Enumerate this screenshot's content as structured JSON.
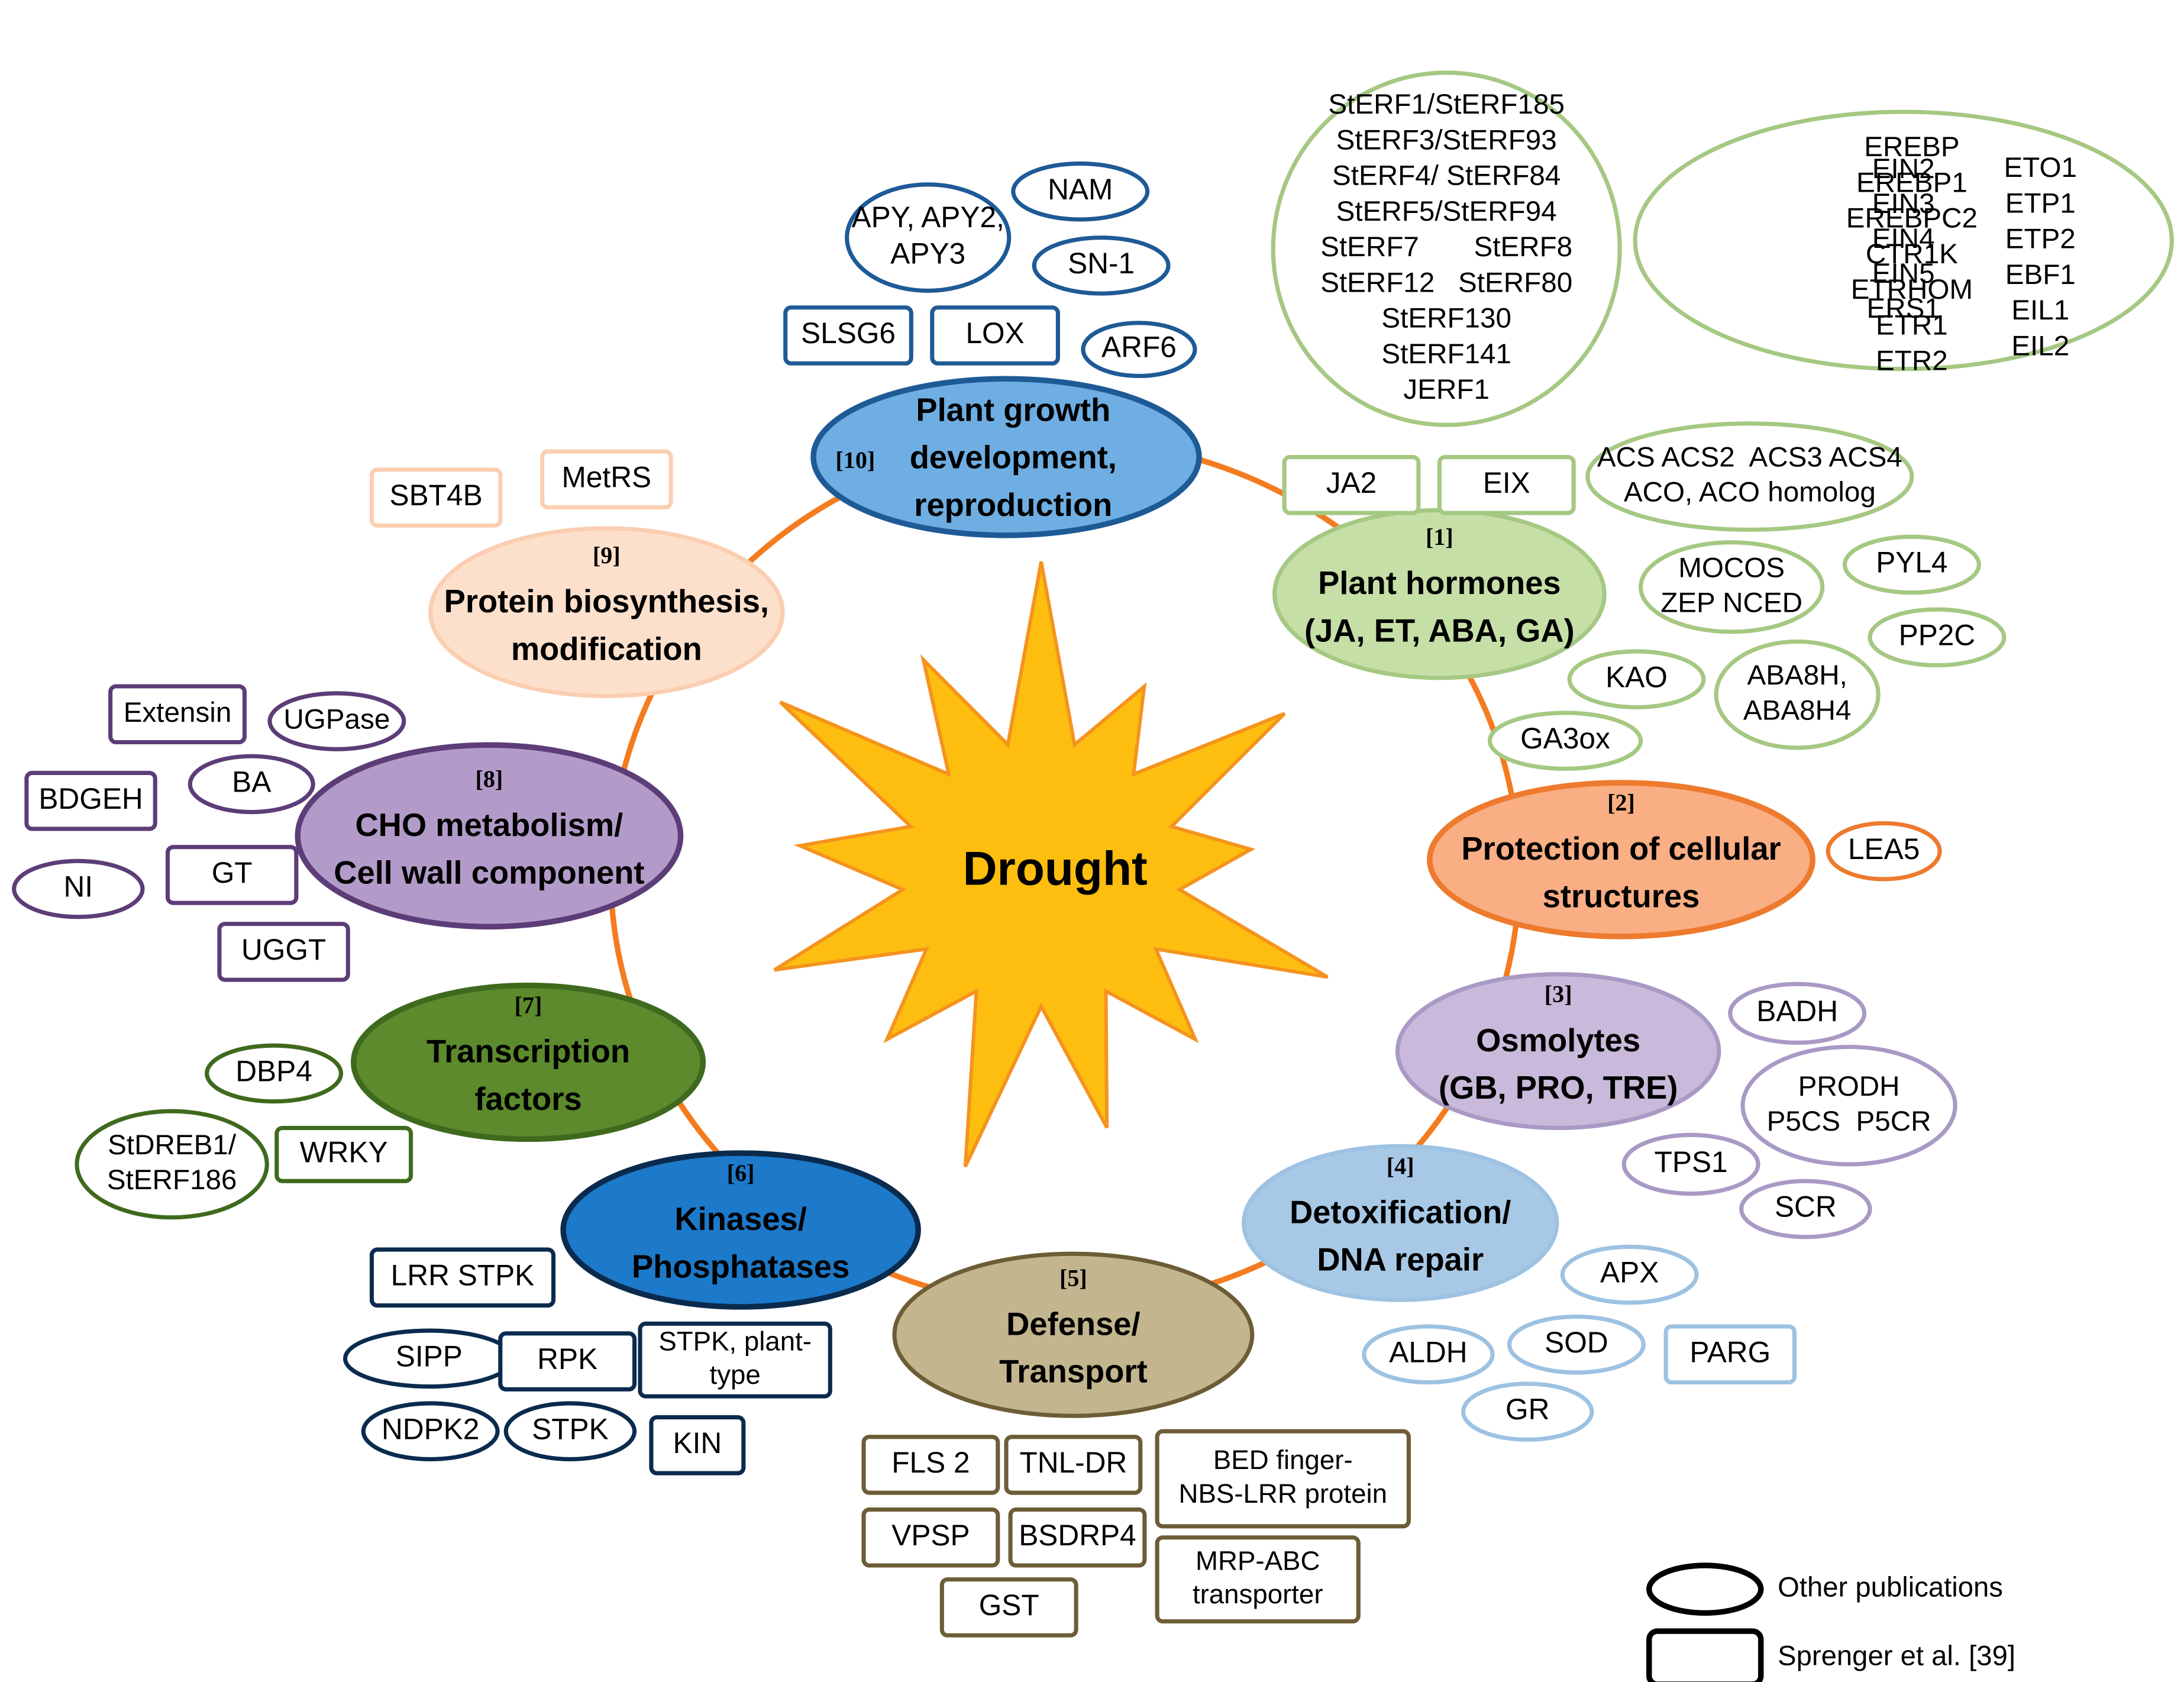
{
  "center": {
    "label": "Drought"
  },
  "categories": [
    {
      "ref": "[1]",
      "lines": [
        "Plant hormones",
        "(JA, ET, ABA, GA)"
      ],
      "fill": "#c6dfa7",
      "stroke": "#a5c882",
      "text_color": "#000000"
    },
    {
      "ref": "[2]",
      "lines": [
        "Protection of cellular",
        "structures"
      ],
      "fill": "#f9ae84",
      "stroke": "#ee7a2e",
      "text_color": "#000000"
    },
    {
      "ref": "[3]",
      "lines": [
        "Osmolytes",
        "(GB, PRO, TRE)"
      ],
      "fill": "#c9b9da",
      "stroke": "#a999c5",
      "text_color": "#000000"
    },
    {
      "ref": "[4]",
      "lines": [
        "Detoxification/",
        "DNA repair"
      ],
      "fill": "#a8c9e6",
      "stroke": "#9dc2e2",
      "text_color": "#000000"
    },
    {
      "ref": "[5]",
      "lines": [
        "Defense/",
        "Transport"
      ],
      "fill": "#c3b58e",
      "stroke": "#6d5d36",
      "text_color": "#000000"
    },
    {
      "ref": "[6]",
      "lines": [
        "Kinases/",
        "Phosphatases"
      ],
      "fill": "#1d79c9",
      "stroke": "#0a2b4e",
      "text_color": "#000000"
    },
    {
      "ref": "[7]",
      "lines": [
        "Transcription",
        "factors"
      ],
      "fill": "#5d8a2c",
      "stroke": "#3f6a1e",
      "text_color": "#000000"
    },
    {
      "ref": "[8]",
      "lines": [
        "CHO metabolism/",
        "Cell wall component"
      ],
      "fill": "#b39bc9",
      "stroke": "#5c3d78",
      "text_color": "#000000"
    },
    {
      "ref": "[9]",
      "lines": [
        "Protein biosynthesis,",
        "modification"
      ],
      "fill": "#fde0cc",
      "stroke": "#fbceb1",
      "text_color": "#000000"
    },
    {
      "ref": "[10]",
      "lines": [
        "Plant growth",
        "development,",
        "reproduction"
      ],
      "fill": "#6eaee3",
      "stroke": "#1e5a96",
      "text_color": "#000000"
    }
  ],
  "genes": [
    {
      "group": 10,
      "shape": "ellipse",
      "lines": [
        "APY, APY2,",
        "APY3"
      ]
    },
    {
      "group": 10,
      "shape": "ellipse",
      "lines": [
        "NAM"
      ]
    },
    {
      "group": 10,
      "shape": "ellipse",
      "lines": [
        "SN-1"
      ]
    },
    {
      "group": 10,
      "shape": "rect",
      "lines": [
        "SLSG6"
      ]
    },
    {
      "group": 10,
      "shape": "rect",
      "lines": [
        "LOX"
      ]
    },
    {
      "group": 10,
      "shape": "ellipse",
      "lines": [
        "ARF6"
      ]
    },
    {
      "group": 1,
      "shape": "ellipse",
      "lines": [
        "StERF1/StERF185",
        "StERF3/StERF93",
        "StERF4/ StERF84",
        "StERF5/StERF94",
        "StERF7       StERF8",
        "StERF12   StERF80",
        "StERF130",
        "StERF141",
        "JERF1"
      ]
    },
    {
      "group": 1,
      "shape": "ellipse",
      "lines": [
        "EIN2",
        "EIN3",
        "EIN4",
        "EIN5",
        "ERS1"
      ]
    },
    {
      "group": 1,
      "shape": "none",
      "lines": [
        "EREBP",
        "EREBP1",
        "EREBPC2",
        "CTR1K",
        "ETRHOM",
        "ETR1",
        "ETR2"
      ]
    },
    {
      "group": 1,
      "shape": "none",
      "lines": [
        "ETO1",
        "ETP1",
        "ETP2",
        "EBF1",
        "EIL1",
        "EIL2"
      ]
    },
    {
      "group": 1,
      "shape": "rect",
      "lines": [
        "JA2"
      ]
    },
    {
      "group": 1,
      "shape": "rect",
      "lines": [
        "EIX"
      ]
    },
    {
      "group": 1,
      "shape": "ellipse",
      "lines": [
        "ACS ACS2  ACS3 ACS4",
        "ACO, ACO homolog"
      ]
    },
    {
      "group": 1,
      "shape": "ellipse",
      "lines": [
        "MOCOS",
        "ZEP NCED"
      ]
    },
    {
      "group": 1,
      "shape": "ellipse",
      "lines": [
        "PYL4"
      ]
    },
    {
      "group": 1,
      "shape": "ellipse",
      "lines": [
        "PP2C"
      ]
    },
    {
      "group": 1,
      "shape": "ellipse",
      "lines": [
        "KAO"
      ]
    },
    {
      "group": 1,
      "shape": "ellipse",
      "lines": [
        "ABA8H,",
        "ABA8H4"
      ]
    },
    {
      "group": 1,
      "shape": "ellipse",
      "lines": [
        "GA3ox"
      ]
    },
    {
      "group": 9,
      "shape": "rect",
      "lines": [
        "SBT4B"
      ]
    },
    {
      "group": 9,
      "shape": "rect",
      "lines": [
        "MetRS"
      ]
    },
    {
      "group": 2,
      "shape": "ellipse",
      "lines": [
        "LEA5"
      ]
    },
    {
      "group": 8,
      "shape": "rect",
      "lines": [
        "Extensin"
      ]
    },
    {
      "group": 8,
      "shape": "ellipse",
      "lines": [
        "UGPase"
      ]
    },
    {
      "group": 8,
      "shape": "ellipse",
      "lines": [
        "BA"
      ]
    },
    {
      "group": 8,
      "shape": "rect",
      "lines": [
        "BDGEH"
      ]
    },
    {
      "group": 8,
      "shape": "ellipse",
      "lines": [
        "NI"
      ]
    },
    {
      "group": 8,
      "shape": "rect",
      "lines": [
        "GT"
      ]
    },
    {
      "group": 8,
      "shape": "rect",
      "lines": [
        "UGGT"
      ]
    },
    {
      "group": 3,
      "shape": "ellipse",
      "lines": [
        "BADH"
      ]
    },
    {
      "group": 3,
      "shape": "ellipse",
      "lines": [
        "PRODH",
        "P5CS  P5CR"
      ]
    },
    {
      "group": 3,
      "shape": "ellipse",
      "lines": [
        "TPS1"
      ]
    },
    {
      "group": 3,
      "shape": "ellipse",
      "lines": [
        "SCR"
      ]
    },
    {
      "group": 7,
      "shape": "ellipse",
      "lines": [
        "DBP4"
      ]
    },
    {
      "group": 7,
      "shape": "ellipse",
      "lines": [
        "StDREB1/",
        "StERF186"
      ]
    },
    {
      "group": 7,
      "shape": "rect",
      "lines": [
        "WRKY"
      ]
    },
    {
      "group": 4,
      "shape": "ellipse",
      "lines": [
        "APX"
      ]
    },
    {
      "group": 4,
      "shape": "ellipse",
      "lines": [
        "SOD"
      ]
    },
    {
      "group": 4,
      "shape": "ellipse",
      "lines": [
        "ALDH"
      ]
    },
    {
      "group": 4,
      "shape": "rect",
      "lines": [
        "PARG"
      ]
    },
    {
      "group": 4,
      "shape": "ellipse",
      "lines": [
        "GR"
      ]
    },
    {
      "group": 6,
      "shape": "rect",
      "lines": [
        "LRR STPK"
      ]
    },
    {
      "group": 6,
      "shape": "ellipse",
      "lines": [
        "SIPP"
      ]
    },
    {
      "group": 6,
      "shape": "rect",
      "lines": [
        "RPK"
      ]
    },
    {
      "group": 6,
      "shape": "rect",
      "lines": [
        "STPK, plant-",
        "type"
      ]
    },
    {
      "group": 6,
      "shape": "ellipse",
      "lines": [
        "NDPK2"
      ]
    },
    {
      "group": 6,
      "shape": "ellipse",
      "lines": [
        "STPK"
      ]
    },
    {
      "group": 6,
      "shape": "rect",
      "lines": [
        "KIN"
      ]
    },
    {
      "group": 5,
      "shape": "rect",
      "lines": [
        "FLS 2"
      ]
    },
    {
      "group": 5,
      "shape": "rect",
      "lines": [
        "TNL-DR"
      ]
    },
    {
      "group": 5,
      "shape": "rect",
      "lines": [
        "BED finger-",
        "NBS-LRR protein"
      ]
    },
    {
      "group": 5,
      "shape": "rect",
      "lines": [
        "VPSP"
      ]
    },
    {
      "group": 5,
      "shape": "rect",
      "lines": [
        "BSDRP4"
      ]
    },
    {
      "group": 5,
      "shape": "rect",
      "lines": [
        "MRP-ABC",
        "transporter"
      ]
    },
    {
      "group": 5,
      "shape": "rect",
      "lines": [
        "GST"
      ]
    }
  ],
  "legend": [
    {
      "shape": "ellipse",
      "label": "Other publications"
    },
    {
      "shape": "rect",
      "label": "Sprenger et al. [39]"
    }
  ],
  "colors": {
    "ring": "#f47c20",
    "star_fill": "#fdbe10",
    "star_stroke": "#f5931e",
    "text": "#000000"
  }
}
